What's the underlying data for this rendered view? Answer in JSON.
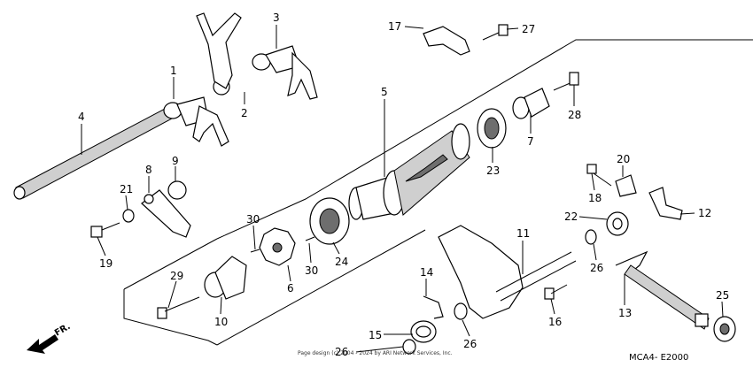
{
  "diagram": {
    "code": "MCA4- E2000",
    "copyright": "Page design (c) 2004 - 2024 by ARI Network Services, Inc.",
    "front_label": "FR.",
    "callouts": {
      "c1": "1",
      "c2": "2",
      "c3": "3",
      "c4": "4",
      "c5": "5",
      "c6": "6",
      "c7": "7",
      "c8": "8",
      "c9": "9",
      "c10": "10",
      "c11": "11",
      "c12": "12",
      "c13": "13",
      "c14": "14",
      "c15": "15",
      "c16": "16",
      "c17": "17",
      "c18": "18",
      "c19": "19",
      "c20": "20",
      "c21": "21",
      "c22": "22",
      "c23": "23",
      "c24": "24",
      "c25": "25",
      "c26a": "26",
      "c26b": "26",
      "c26c": "26",
      "c27": "27",
      "c28": "28",
      "c29": "29",
      "c30a": "30",
      "c30b": "30"
    }
  }
}
